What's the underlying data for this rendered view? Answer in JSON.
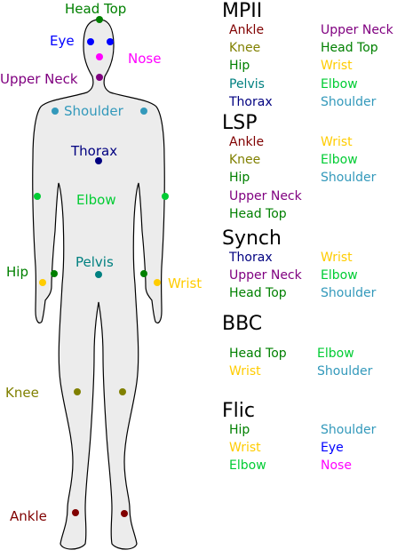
{
  "colors": {
    "ankle": "#800000",
    "knee": "#808000",
    "hip": "#008000",
    "pelvis": "#008080",
    "thorax": "#000080",
    "upper_neck": "#800080",
    "head_top": "#008000",
    "wrist": "#ffcc00",
    "elbow": "#00cc33",
    "shoulder": "#3399bb",
    "eye": "#0000ff",
    "nose": "#ff00ff",
    "body_fill": "#ececec",
    "body_stroke": "#000000"
  },
  "body_labels": {
    "head_top": "Head Top",
    "eye": "Eye",
    "nose": "Nose",
    "upper_neck": "Upper Neck",
    "shoulder": "Shoulder",
    "thorax": "Thorax",
    "elbow": "Elbow",
    "pelvis": "Pelvis",
    "hip": "Hip",
    "wrist": "Wrist",
    "knee": "Knee",
    "ankle": "Ankle"
  },
  "datasets": [
    {
      "name": "MPII",
      "col1": [
        {
          "label": "Ankle",
          "joint": "ankle"
        },
        {
          "label": "Knee",
          "joint": "knee"
        },
        {
          "label": "Hip",
          "joint": "hip"
        },
        {
          "label": "Pelvis",
          "joint": "pelvis"
        },
        {
          "label": "Thorax",
          "joint": "thorax"
        }
      ],
      "col2": [
        {
          "label": "Upper Neck",
          "joint": "upper_neck"
        },
        {
          "label": "Head Top",
          "joint": "head_top"
        },
        {
          "label": "Wrist",
          "joint": "wrist"
        },
        {
          "label": "Elbow",
          "joint": "elbow"
        },
        {
          "label": "Shoulder",
          "joint": "shoulder"
        }
      ]
    },
    {
      "name": "LSP",
      "col1": [
        {
          "label": "Ankle",
          "joint": "ankle"
        },
        {
          "label": "Knee",
          "joint": "knee"
        },
        {
          "label": "Hip",
          "joint": "hip"
        },
        {
          "label": "Upper Neck",
          "joint": "upper_neck"
        },
        {
          "label": "Head Top",
          "joint": "head_top"
        }
      ],
      "col2": [
        {
          "label": "Wrist",
          "joint": "wrist"
        },
        {
          "label": "Elbow",
          "joint": "elbow"
        },
        {
          "label": "Shoulder",
          "joint": "shoulder"
        }
      ]
    },
    {
      "name": "Synch",
      "col1": [
        {
          "label": "Thorax",
          "joint": "thorax"
        },
        {
          "label": "Upper Neck",
          "joint": "upper_neck"
        },
        {
          "label": "Head Top",
          "joint": "head_top"
        }
      ],
      "col2": [
        {
          "label": "Wrist",
          "joint": "wrist"
        },
        {
          "label": "Elbow",
          "joint": "elbow"
        },
        {
          "label": "Shoulder",
          "joint": "shoulder"
        }
      ]
    },
    {
      "name": "BBC",
      "col1": [
        {
          "label": "Head Top",
          "joint": "head_top"
        },
        {
          "label": "Wrist",
          "joint": "wrist"
        }
      ],
      "col2": [
        {
          "label": "Elbow",
          "joint": "elbow"
        },
        {
          "label": "Shoulder",
          "joint": "shoulder"
        }
      ]
    },
    {
      "name": "Flic",
      "col1": [
        {
          "label": "Hip",
          "joint": "hip"
        },
        {
          "label": "Wrist",
          "joint": "wrist"
        },
        {
          "label": "Elbow",
          "joint": "elbow"
        }
      ],
      "col2": [
        {
          "label": "Shoulder",
          "joint": "shoulder"
        },
        {
          "label": "Eye",
          "joint": "eye"
        },
        {
          "label": "Nose",
          "joint": "nose"
        }
      ]
    }
  ]
}
